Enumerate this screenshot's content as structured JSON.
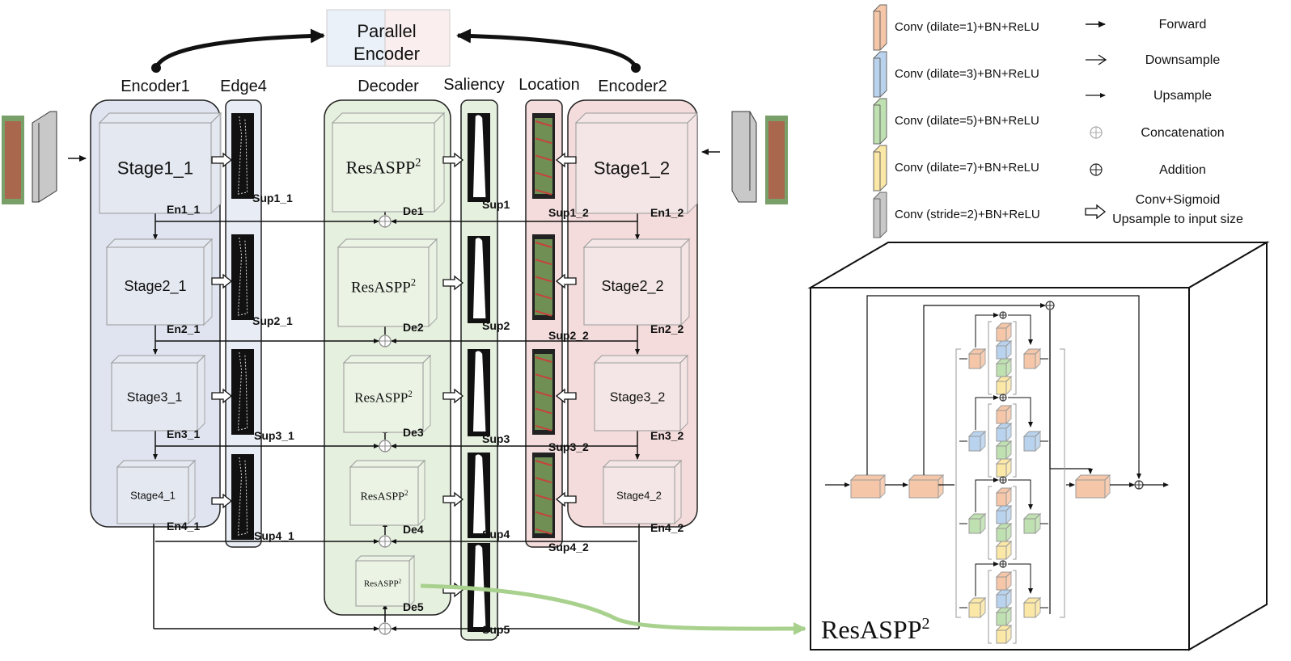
{
  "parallel_encoder": {
    "line1": "Parallel",
    "line2": "Encoder"
  },
  "columns": {
    "encoder1": "Encoder1",
    "edge": "Edge4",
    "decoder": "Decoder",
    "saliency": "Saliency",
    "location": "Location",
    "encoder2": "Encoder2"
  },
  "encoder1_stages": [
    "Stage1_1",
    "Stage2_1",
    "Stage3_1",
    "Stage4_1"
  ],
  "encoder1_outputs": [
    "En1_1",
    "En2_1",
    "En3_1",
    "En4_1"
  ],
  "encoder2_stages": [
    "Stage1_2",
    "Stage2_2",
    "Stage3_2",
    "Stage4_2"
  ],
  "encoder2_outputs": [
    "En1_2",
    "En2_2",
    "En3_2",
    "En4_2"
  ],
  "decoder_block": "ResASPP",
  "decoder_superscript": "2",
  "decoder_outputs": [
    "De1",
    "De2",
    "De3",
    "De4",
    "De5"
  ],
  "edge_sups": [
    "Sup1_1",
    "Sup2_1",
    "Sup3_1",
    "Sup4_1"
  ],
  "location_sups": [
    "Sup1_2",
    "Sup2_2",
    "Sup3_2",
    "Sup4_2"
  ],
  "saliency_sups": [
    "Sup1",
    "Sup2",
    "Sup3",
    "Sup4",
    "Sup5"
  ],
  "legend_blocks": [
    {
      "label": "Conv (dilate=1)+BN+ReLU",
      "color": "#f6c6a8"
    },
    {
      "label": "Conv (dilate=3)+BN+ReLU",
      "color": "#b9d3ee"
    },
    {
      "label": "Conv (dilate=5)+BN+ReLU",
      "color": "#bfe0b0"
    },
    {
      "label": "Conv (dilate=7)+BN+ReLU",
      "color": "#fbe7a6"
    },
    {
      "label": "Conv (stride=2)+BN+ReLU",
      "color": "#c8c8c8"
    }
  ],
  "legend_ops": [
    {
      "label": "Forward",
      "icon": "arrow-filled-icon"
    },
    {
      "label": "Downsample",
      "icon": "arrow-open-icon"
    },
    {
      "label": "Upsample",
      "icon": "arrow-thin-icon"
    },
    {
      "label": "Concatenation",
      "icon": "circle-plus-light-icon"
    },
    {
      "label": "Addition",
      "icon": "circle-plus-icon"
    },
    {
      "label": "Conv+Sigmoid",
      "label2": "Upsample to input size",
      "icon": "hollow-arrow-icon"
    }
  ],
  "inset_title": "ResASPP",
  "inset_superscript": "2",
  "colors": {
    "encoder1_bg": "#dfe4f0",
    "decoder_bg": "#e6f0df",
    "encoder2_bg": "#f5dcdc",
    "green_link": "#a9d18e",
    "conv_orange": "#f6c6a8",
    "conv_blue": "#b9d3ee",
    "conv_green": "#bfe0b0",
    "conv_yellow": "#fbe7a6"
  }
}
